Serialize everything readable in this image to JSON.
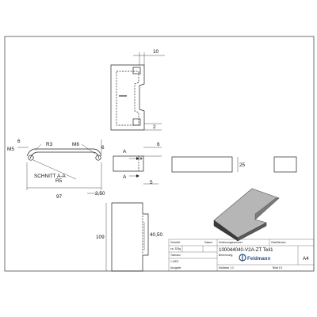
{
  "views": {
    "top": {
      "dims": [
        "10",
        "2"
      ]
    },
    "profile": {
      "dims": [
        "M5",
        "R3",
        "M6",
        "6",
        "SCHNITT A-A",
        "R5",
        "97",
        "2,50"
      ]
    },
    "side": {
      "dims": [
        "6",
        "A",
        "A",
        "5"
      ]
    },
    "front": {
      "dims": [
        "25"
      ]
    },
    "elevation": {
      "dims": [
        "109",
        "40,50"
      ]
    }
  },
  "title_block": {
    "drawing_number": "100044040-V2A-ZT Teil1",
    "company": "Feldmann",
    "sheet_size": "A4",
    "small_texts": [
      "Gewicht",
      "Datum",
      "Zeichnungsnummer",
      "Oberflächen",
      "Toleranz",
      "ca. 325g",
      "1,4301",
      "Ausgabe",
      "Benennung",
      "Maßstab 1:2",
      "Blatt 1/1"
    ]
  }
}
